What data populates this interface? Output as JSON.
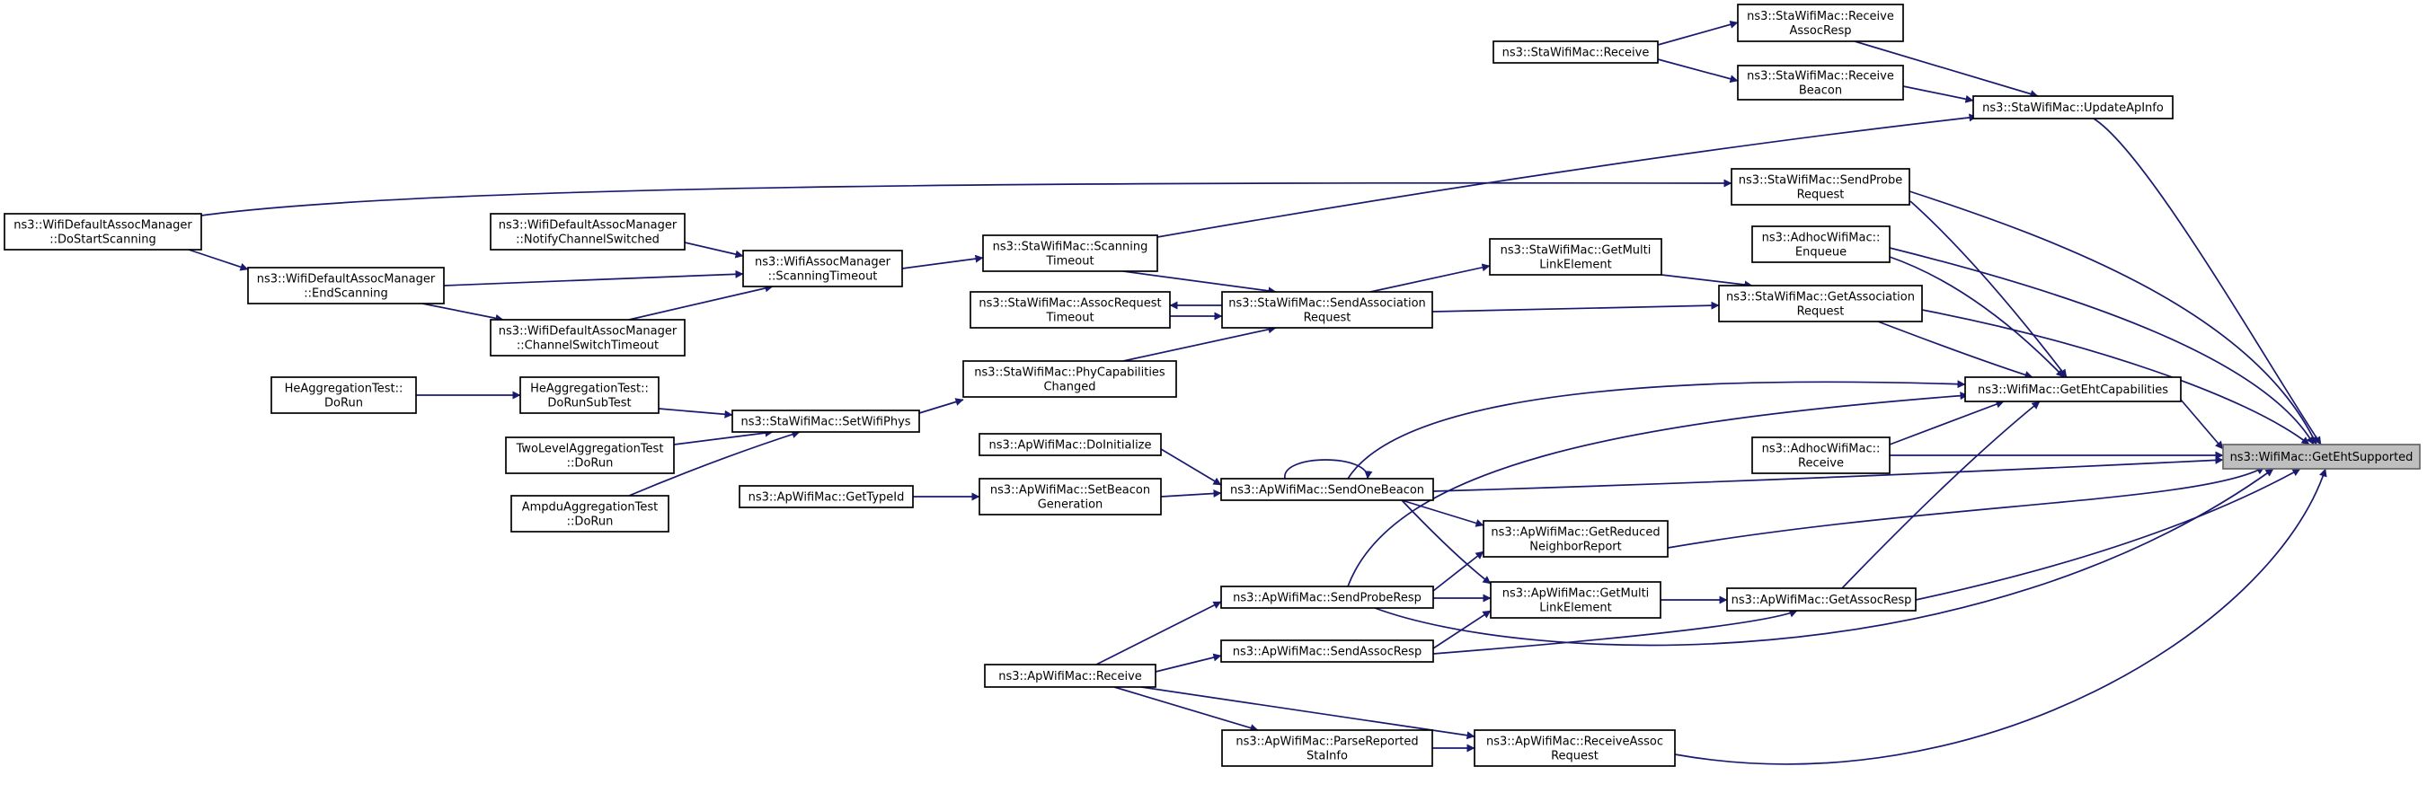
{
  "graph": {
    "nodes": {
      "root": [
        "ns3::WifiMac::GetEhtSupported"
      ],
      "sta_receive_assocresp": [
        "ns3::StaWifiMac::Receive",
        "AssocResp"
      ],
      "sta_receive": [
        "ns3::StaWifiMac::Receive"
      ],
      "sta_receive_beacon": [
        "ns3::StaWifiMac::Receive",
        "Beacon"
      ],
      "sta_update_apinfo": [
        "ns3::StaWifiMac::UpdateApInfo"
      ],
      "assoc_do_start_scanning": [
        "ns3::WifiDefaultAssocManager",
        "::DoStartScanning"
      ],
      "sta_send_probe_request": [
        "ns3::StaWifiMac::SendProbe",
        "Request"
      ],
      "assoc_notify_channel_switched": [
        "ns3::WifiDefaultAssocManager",
        "::NotifyChannelSwitched"
      ],
      "sta_scanning_timeout": [
        "ns3::StaWifiMac::Scanning",
        "Timeout"
      ],
      "adhoc_enqueue": [
        "ns3::AdhocWifiMac::",
        "Enqueue"
      ],
      "assoc_end_scanning": [
        "ns3::WifiDefaultAssocManager",
        "::EndScanning"
      ],
      "assoc_manager_scanning_timeout": [
        "ns3::WifiAssocManager",
        "::ScanningTimeout"
      ],
      "sta_get_multi_link_element": [
        "ns3::StaWifiMac::GetMulti",
        "LinkElement"
      ],
      "sta_assoc_request_timeout": [
        "ns3::StaWifiMac::AssocRequest",
        "Timeout"
      ],
      "sta_send_association_request": [
        "ns3::StaWifiMac::SendAssociation",
        "Request"
      ],
      "sta_get_association_request": [
        "ns3::StaWifiMac::GetAssociation",
        "Request"
      ],
      "assoc_channel_switch_timeout": [
        "ns3::WifiDefaultAssocManager",
        "::ChannelSwitchTimeout"
      ],
      "he_aggregation_do_run": [
        "HeAggregationTest::",
        "DoRun"
      ],
      "he_aggregation_do_run_subtest": [
        "HeAggregationTest::",
        "DoRunSubTest"
      ],
      "sta_phy_capabilities_changed": [
        "ns3::StaWifiMac::PhyCapabilities",
        "Changed"
      ],
      "sta_set_wifi_phys": [
        "ns3::StaWifiMac::SetWifiPhys"
      ],
      "wifimac_get_eht_capabilities": [
        "ns3::WifiMac::GetEhtCapabilities"
      ],
      "two_level_aggregation_do_run": [
        "TwoLevelAggregationTest",
        "::DoRun"
      ],
      "adhoc_receive": [
        "ns3::AdhocWifiMac::",
        "Receive"
      ],
      "ap_do_initialize": [
        "ns3::ApWifiMac::DoInitialize"
      ],
      "ampdu_aggregation_do_run": [
        "AmpduAggregationTest",
        "::DoRun"
      ],
      "ap_send_one_beacon": [
        "ns3::ApWifiMac::SendOneBeacon"
      ],
      "ap_get_type_id": [
        "ns3::ApWifiMac::GetTypeId"
      ],
      "ap_set_beacon_generation": [
        "ns3::ApWifiMac::SetBeacon",
        "Generation"
      ],
      "ap_get_reduced_neighbor_report": [
        "ns3::ApWifiMac::GetReduced",
        "NeighborReport"
      ],
      "ap_send_probe_resp": [
        "ns3::ApWifiMac::SendProbeResp"
      ],
      "ap_get_multi_link_element": [
        "ns3::ApWifiMac::GetMulti",
        "LinkElement"
      ],
      "ap_get_assoc_resp": [
        "ns3::ApWifiMac::GetAssocResp"
      ],
      "ap_send_assoc_resp": [
        "ns3::ApWifiMac::SendAssocResp"
      ],
      "ap_receive": [
        "ns3::ApWifiMac::Receive"
      ],
      "ap_parse_reported_sta_info": [
        "ns3::ApWifiMac::ParseReported",
        "StaInfo"
      ],
      "ap_receive_assoc_request": [
        "ns3::ApWifiMac::ReceiveAssoc",
        "Request"
      ]
    }
  }
}
